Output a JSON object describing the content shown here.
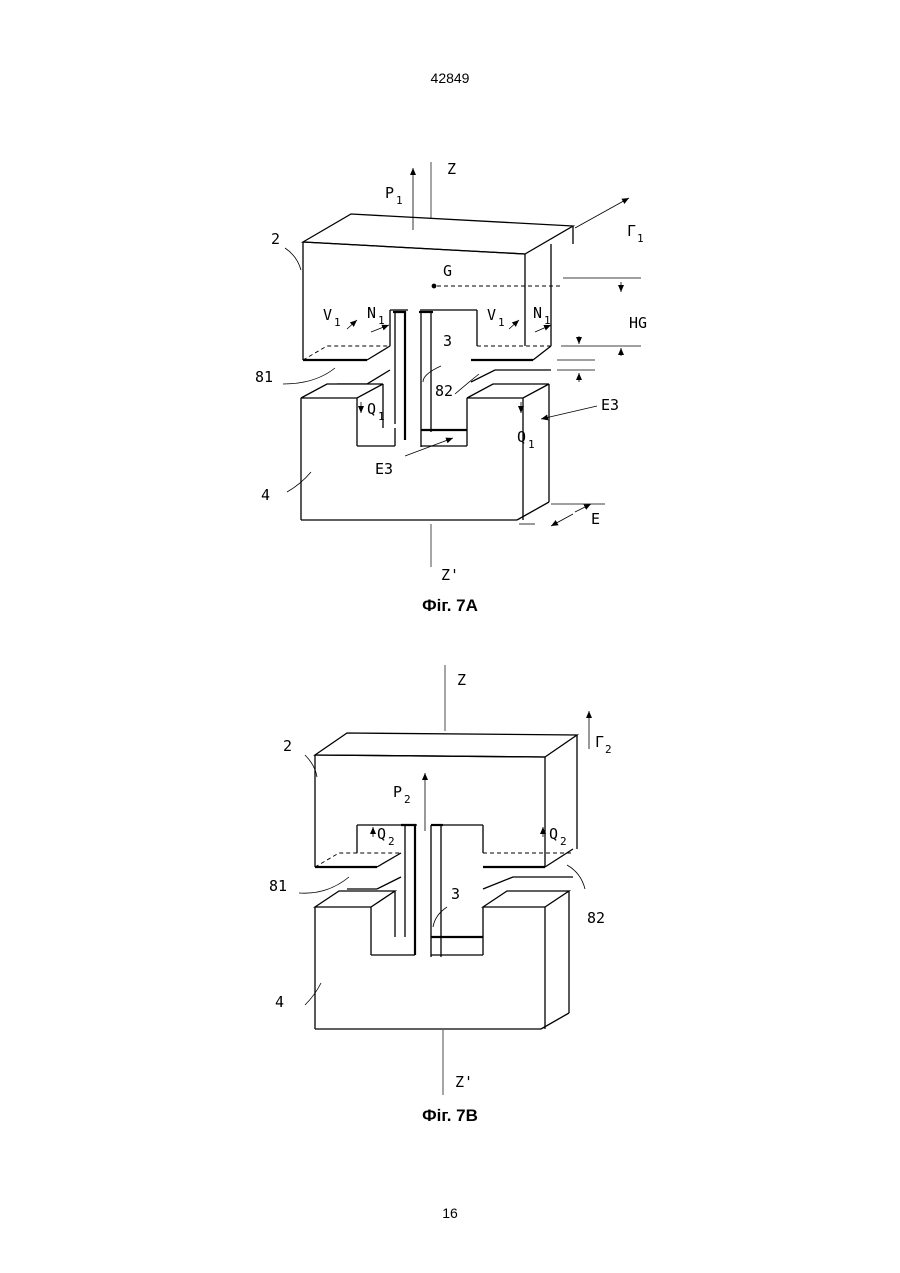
{
  "page": {
    "header": "42849",
    "footer": "16"
  },
  "figure_a": {
    "caption": "Фіг. 7А",
    "labels": {
      "axis_top": "Z",
      "axis_bottom": "Z'",
      "force": "P",
      "force_sub": "1",
      "torque": "Γ",
      "torque_sub": "1",
      "part_top": "2",
      "part_bottom": "4",
      "rod": "3",
      "flex_left": "81",
      "flex_right": "82",
      "center_gravity": "G",
      "height_gravity": "HG",
      "v_left": "V",
      "v_left_sub": "1",
      "n_left": "N",
      "n_left_sub": "1",
      "v_right": "V",
      "v_right_sub": "1",
      "n_right": "N",
      "n_right_sub": "1",
      "q_left": "Q",
      "q_left_sub": "1",
      "q_right": "Q",
      "q_right_sub": "1",
      "e3_right": "E3",
      "e3_bottom": "E3",
      "e_depth": "E"
    }
  },
  "figure_b": {
    "caption": "Фіг. 7В",
    "labels": {
      "axis_top": "Z",
      "axis_bottom": "Z'",
      "force": "P",
      "force_sub": "2",
      "torque": "Γ",
      "torque_sub": "2",
      "part_top": "2",
      "part_bottom": "4",
      "rod": "3",
      "flex_left": "81",
      "flex_right": "82",
      "q_left": "Q",
      "q_left_sub": "2",
      "q_right": "Q",
      "q_right_sub": "2"
    }
  }
}
